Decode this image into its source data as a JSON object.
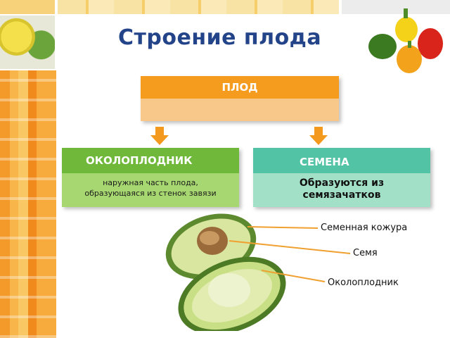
{
  "title": "Строение плода",
  "fruit": {
    "label": "ПЛОД"
  },
  "pericarp": {
    "label": "ОКОЛОПЛОДНИК",
    "description_line1": "наружная часть плода,",
    "description_line2": "образующаяся из стенок завязи"
  },
  "seeds": {
    "label": "СЕМЕНА",
    "description_line1": "Образуются из",
    "description_line2": "семязачатков"
  },
  "avocado_labels": {
    "peel": "Семенная кожура",
    "seed": "Семя",
    "pericarp": "Околоплодник"
  },
  "colors": {
    "title": "#24448a",
    "fruit_head": "#f59c1f",
    "fruit_body": "#f8c78a",
    "pericarp_head": "#6fb83a",
    "pericarp_body": "#a7d770",
    "seeds_head": "#52c3a5",
    "seeds_body": "#a3e0c8",
    "arrow": "#f39a1e",
    "pointer_line": "#f0a030"
  }
}
